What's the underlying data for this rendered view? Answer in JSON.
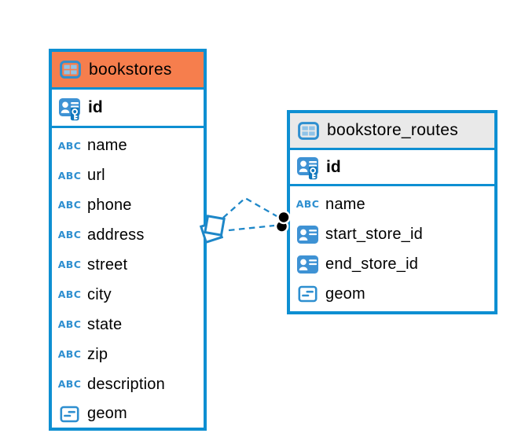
{
  "diagram": {
    "background": "#ffffff",
    "accent_blue": "#0E8FD2",
    "icon_blue": "#3E92D4",
    "selected_header_orange": "#F67E4D",
    "header_gray": "#E9E9E9",
    "relationship_line_color": "#1E87C8"
  },
  "icons": {
    "text_type_label": "ABC"
  },
  "tables": [
    {
      "title": "bookstores",
      "header_color": "#F67E4D",
      "highlighted": true,
      "primary_key": "id",
      "columns": [
        {
          "name": "name",
          "type": "text"
        },
        {
          "name": "url",
          "type": "text"
        },
        {
          "name": "phone",
          "type": "text"
        },
        {
          "name": "address",
          "type": "text"
        },
        {
          "name": "street",
          "type": "text"
        },
        {
          "name": "city",
          "type": "text"
        },
        {
          "name": "state",
          "type": "text"
        },
        {
          "name": "zip",
          "type": "text"
        },
        {
          "name": "description",
          "type": "text"
        },
        {
          "name": "geom",
          "type": "geometry"
        }
      ]
    },
    {
      "title": "bookstore_routes",
      "header_color": "#E9E9E9",
      "highlighted": false,
      "primary_key": "id",
      "columns": [
        {
          "name": "name",
          "type": "text"
        },
        {
          "name": "start_store_id",
          "type": "reference"
        },
        {
          "name": "end_store_id",
          "type": "reference"
        },
        {
          "name": "geom",
          "type": "geometry"
        }
      ]
    }
  ],
  "relationships": [
    {
      "from_table": "bookstores",
      "from_marker": "diamond",
      "to_table": "bookstore_routes",
      "to_marker": "filled-circle",
      "line_style": "dashed",
      "connection_count": 2
    }
  ]
}
